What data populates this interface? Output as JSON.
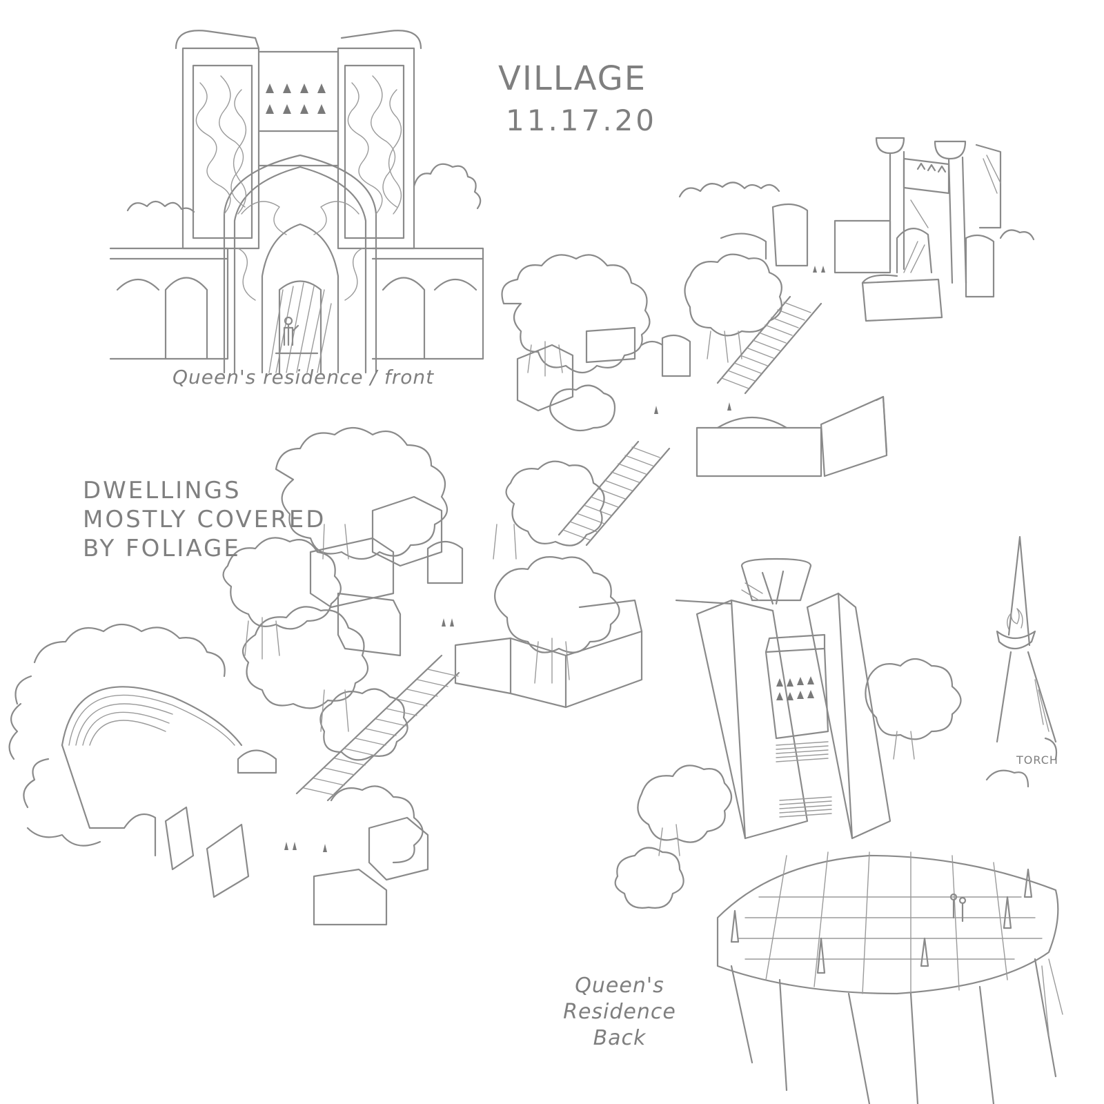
{
  "title": "VILLAGE",
  "date": "11.17.20",
  "labels": {
    "front": "Queen's residence / front",
    "dwellings": "DWELLINGS\nMOSTLY COVERED\nBY FOLIAGE",
    "torch": "TORCH",
    "back": "Queen's\nResidence\nBack"
  },
  "colors": {
    "background": "#ffffff",
    "ink": "#8a8a8a"
  }
}
